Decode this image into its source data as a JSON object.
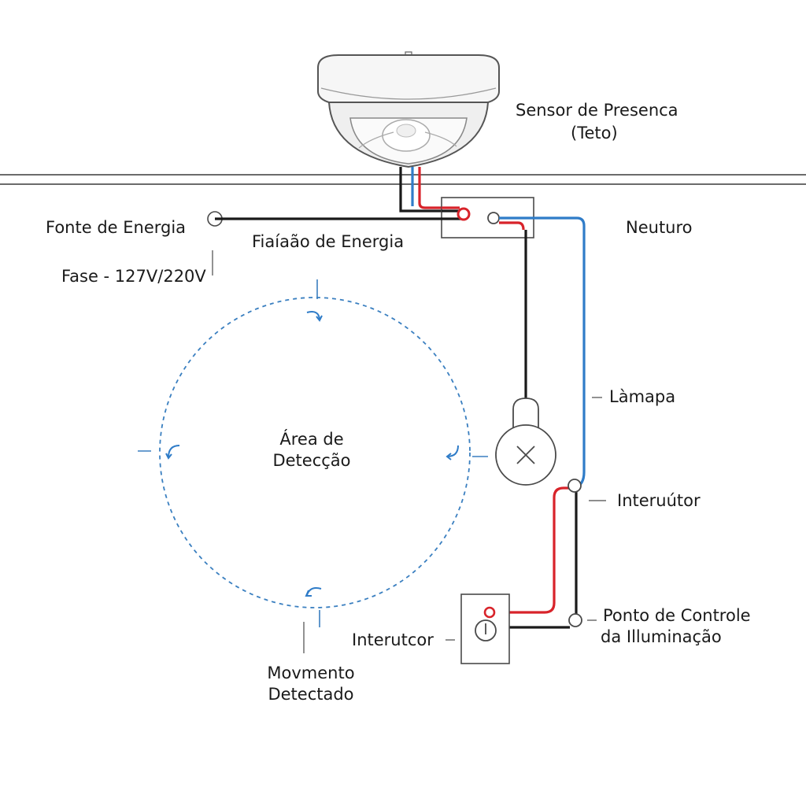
{
  "labels": {
    "sensor_title": "Sensor de Presenca",
    "sensor_sub": "(Teto)",
    "power_source": "Fonte de Energia",
    "power_wiring": "Fiaíaão de Energia",
    "phase_voltage": "Fase - 127V/220V",
    "neutral": "Neuturo",
    "detection_line1": "Área de",
    "detection_line2": "Detecção",
    "lamp": "Làmapa",
    "switch_right": "Interuútor",
    "control_line1": "Ponto de Controle",
    "control_line2": "da Illuminação",
    "switch_box": "Interutcor",
    "motion_line1": "Movmento",
    "motion_line2": "Detectado"
  },
  "colors": {
    "phase_wire": "#d8232a",
    "neutral_wire": "#2f7cc8",
    "return_wire": "#1a1a1a",
    "detection_zone": "#3a7fc0",
    "outline": "#4a4a4a"
  },
  "icons": {
    "sensor": "ceiling-motion-sensor-icon",
    "lamp": "light-bulb-icon",
    "switch": "wall-switch-icon",
    "motion_arrow": "motion-arrow-icon"
  }
}
